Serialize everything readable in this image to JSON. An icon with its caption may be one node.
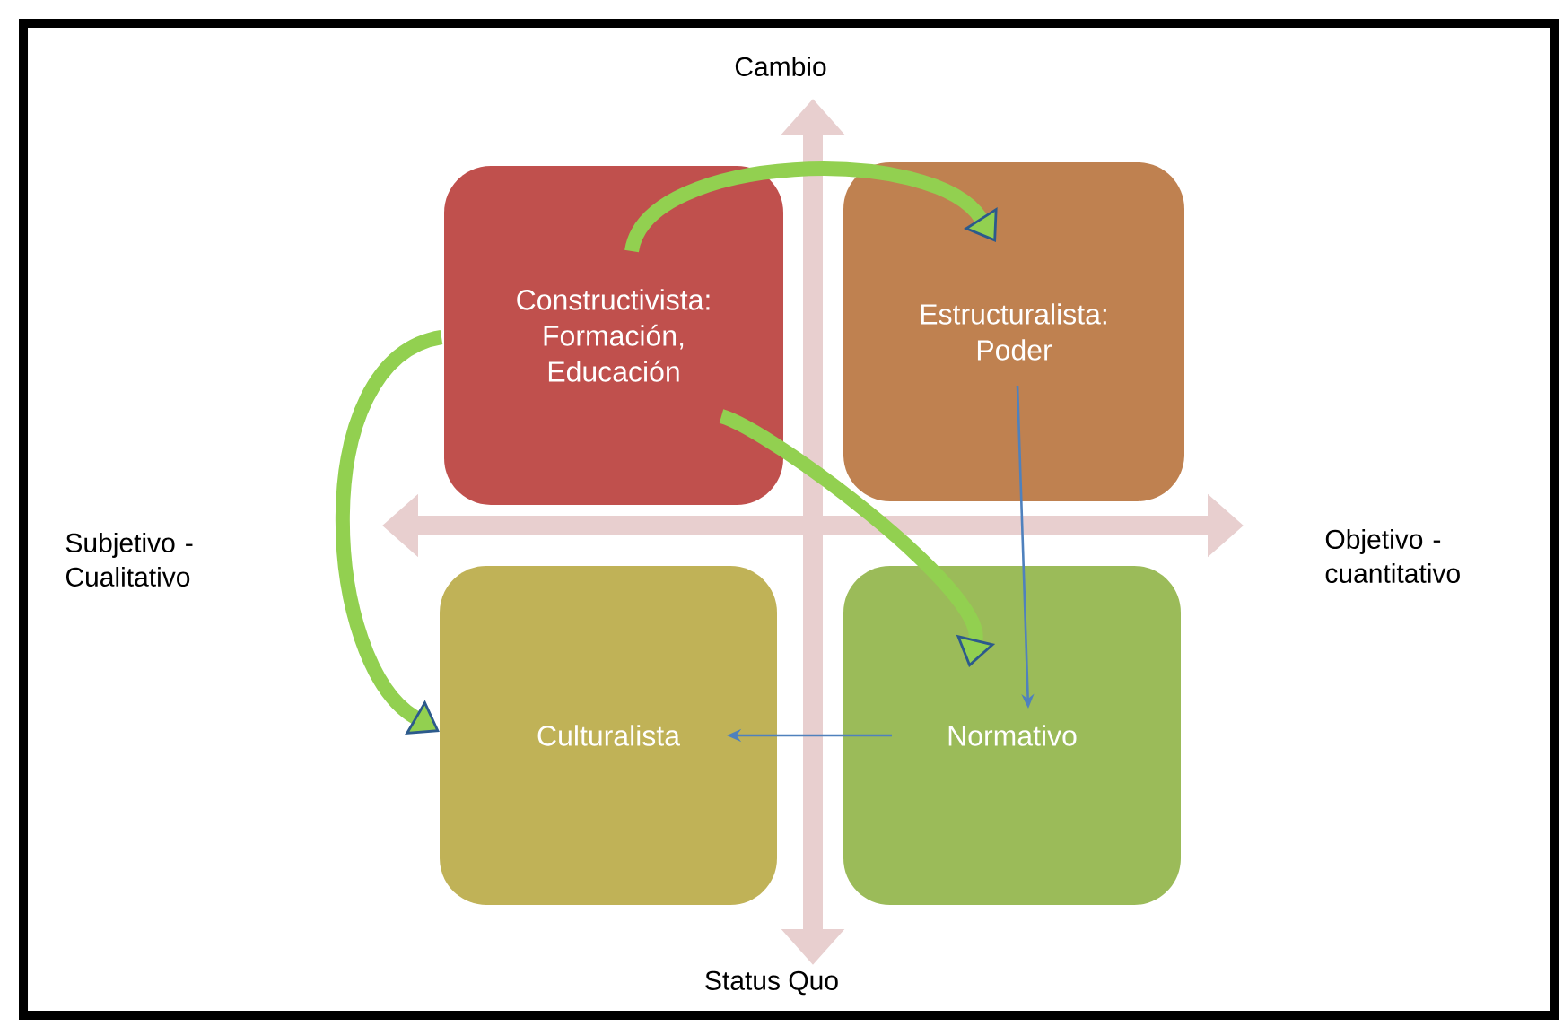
{
  "diagram": {
    "nodes": [
      {
        "text": [
          "Constructivista: Formación, Educación"
        ]
      },
      {
        "text": [
          "Estructuralista: Poder"
        ]
      },
      {
        "text": [
          "Culturalista"
        ]
      },
      {
        "text": [
          "Normativo"
        ]
      }
    ],
    "edges": [
      {
        "from": 0,
        "to": 1,
        "arrow": "to"
      },
      {
        "from": 0,
        "to": 2,
        "arrow": "to"
      },
      {
        "from": 0,
        "to": 3,
        "arrow": "to"
      },
      {
        "from": 1,
        "to": 3,
        "arrow": "to",
        "color": "#4f81bd"
      },
      {
        "from": 3,
        "to": 2,
        "arrow": "to",
        "color": "#4f81bd"
      }
    ],
    "labels": [
      "Cambio",
      "Subjetivo - Cualitativo",
      "Objetivo - cuantitativo",
      "Status Quo"
    ]
  }
}
